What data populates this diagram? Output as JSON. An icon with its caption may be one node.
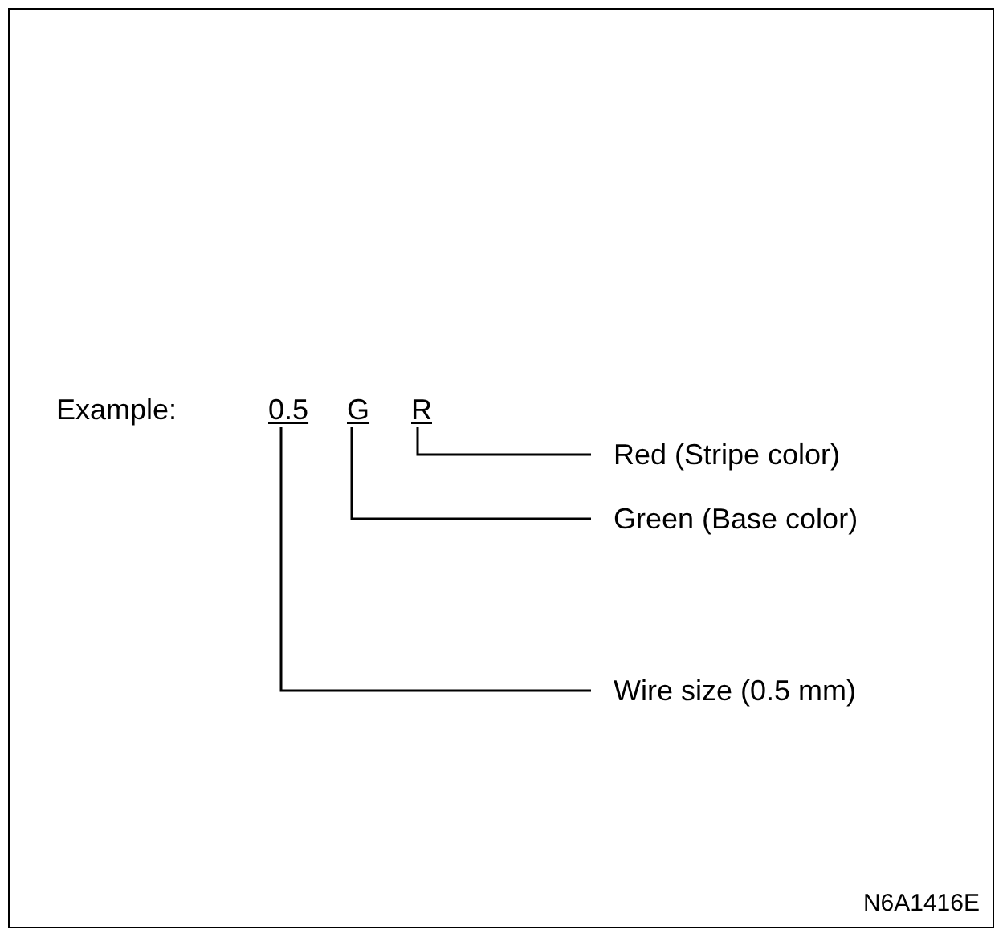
{
  "diagram": {
    "nodes": [
      {
        "text": [
          "0.5"
        ]
      },
      {
        "text": [
          "G"
        ]
      },
      {
        "text": [
          "R"
        ]
      },
      {
        "text": [
          "Red (Stripe color)"
        ]
      },
      {
        "text": [
          "Green (Base color)"
        ]
      },
      {
        "text": [
          "Wire size (0.5 mm)"
        ]
      }
    ],
    "edges": [
      {
        "from": 2,
        "to": 3,
        "arrow": "none"
      },
      {
        "from": 1,
        "to": 4,
        "arrow": "none"
      },
      {
        "from": 0,
        "to": 5,
        "arrow": "none"
      }
    ],
    "labels": [
      "Example:",
      "N6A1416E"
    ]
  }
}
